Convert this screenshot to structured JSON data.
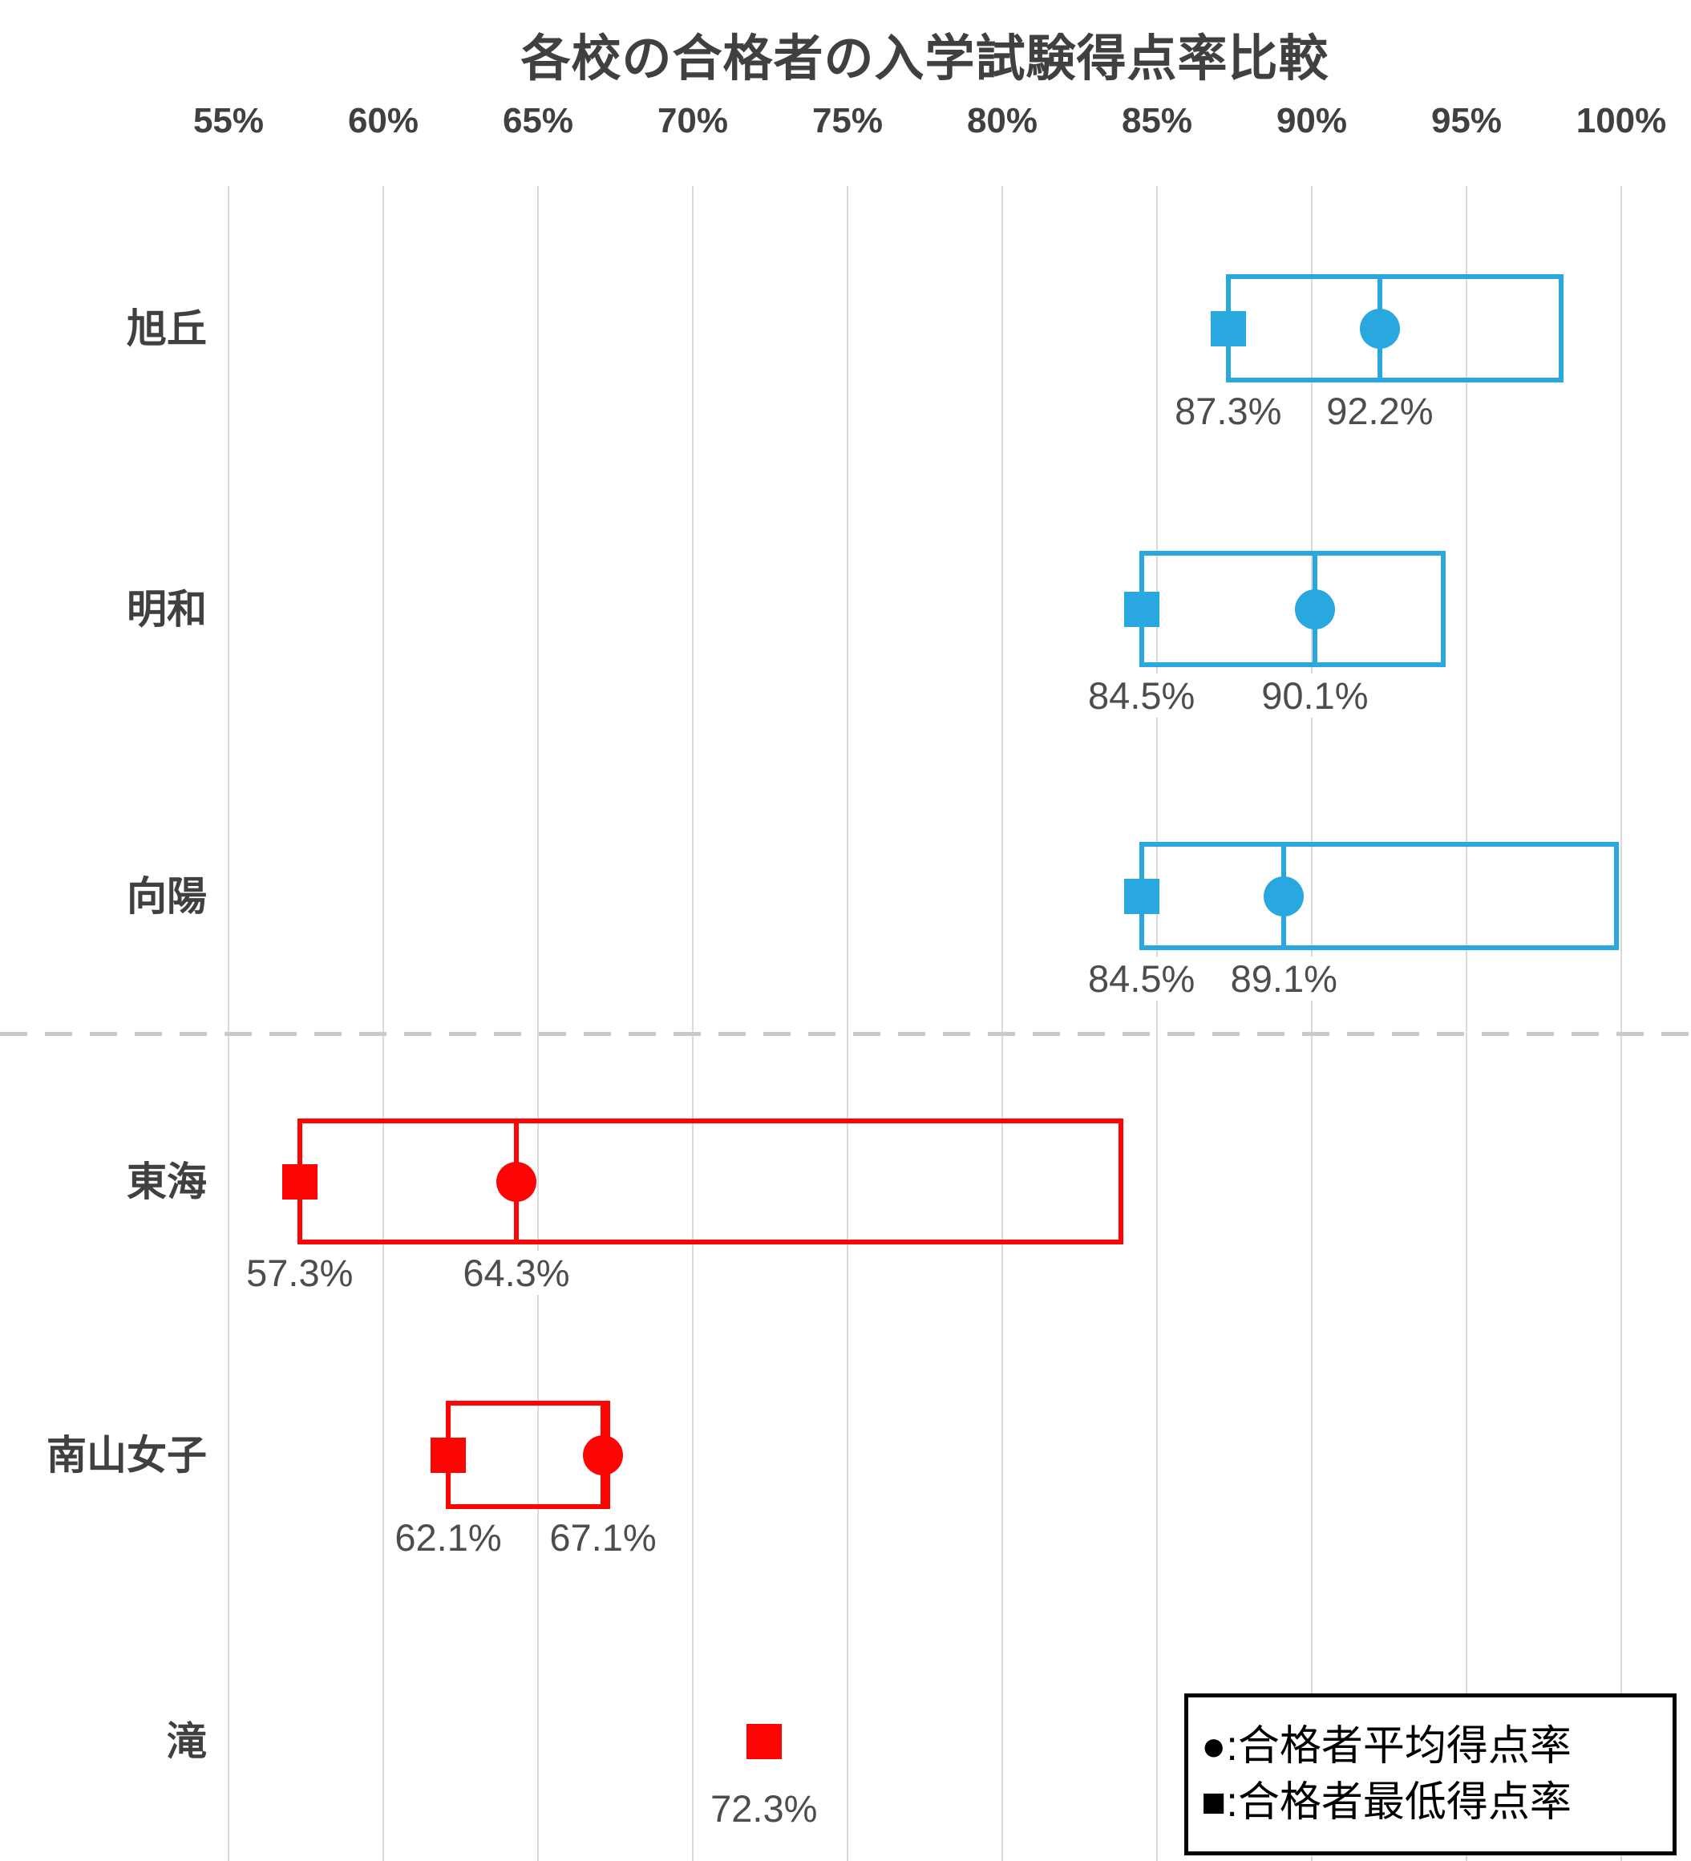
{
  "title": "各校の合格者の入学試験得点率比較",
  "axis": {
    "min": 55,
    "max": 100,
    "tick_labels": [
      "55%",
      "60%",
      "65%",
      "70%",
      "75%",
      "80%",
      "85%",
      "90%",
      "95%",
      "100%"
    ]
  },
  "legend": {
    "avg_label": "●:合格者平均得点率",
    "min_label": "■:合格者最低得点率"
  },
  "colors": {
    "public_blue": "#29a8e0",
    "private_red": "#fe0505",
    "text_dark": "#404040",
    "value_text": "#4d4d4d",
    "grid": "#d9d9d9",
    "separator": "#c9c9c9",
    "legend_text": "#000000",
    "legend_border": "#000000"
  },
  "chart_data": {
    "type": "scatter",
    "title": "各校の合格者の入学試験得点率比較",
    "x_ticks": [
      55,
      60,
      65,
      70,
      75,
      80,
      85,
      90,
      95,
      100
    ],
    "x_unit": "%",
    "xlim": [
      55,
      100
    ],
    "grid": true,
    "legend_position": "bottom-right",
    "marker_meaning": {
      "circle": "合格者平均得点率",
      "square": "合格者最低得点率"
    },
    "schools": [
      {
        "name": "旭丘",
        "group": "blue",
        "min_pct": 87.3,
        "avg_pct": 92.2,
        "range_right_pct": 98.2,
        "min_label": "87.3%",
        "avg_label": "92.2%"
      },
      {
        "name": "明和",
        "group": "blue",
        "min_pct": 84.5,
        "avg_pct": 90.1,
        "range_right_pct": 94.4,
        "min_label": "84.5%",
        "avg_label": "90.1%"
      },
      {
        "name": "向陽",
        "group": "blue",
        "min_pct": 84.5,
        "avg_pct": 89.1,
        "range_right_pct": 100.0,
        "min_label": "84.5%",
        "avg_label": "89.1%"
      },
      {
        "name": "東海",
        "group": "red",
        "min_pct": 57.3,
        "avg_pct": 64.3,
        "range_right_pct": 84.0,
        "min_label": "57.3%",
        "avg_label": "64.3%"
      },
      {
        "name": "南山女子",
        "group": "red",
        "min_pct": 62.1,
        "avg_pct": 67.1,
        "range_right_pct": 67.4,
        "min_label": "62.1%",
        "avg_label": "67.1%"
      },
      {
        "name": "滝",
        "group": "red",
        "min_pct": 72.3,
        "avg_pct": null,
        "range_right_pct": null,
        "min_label": "72.3%",
        "avg_label": null
      }
    ]
  }
}
